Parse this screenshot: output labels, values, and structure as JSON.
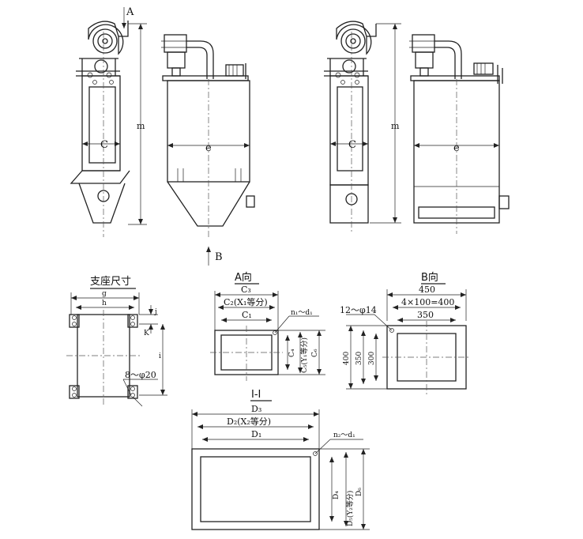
{
  "view_labels": {
    "a": "A",
    "b": "B",
    "i": "I"
  },
  "front_left": {
    "width_label": "C",
    "height_label": "m"
  },
  "side_left": {
    "width_label": "e"
  },
  "front_right": {
    "width_label": "C",
    "height_label": "m"
  },
  "side_right": {
    "width_label": "e"
  },
  "base_detail": {
    "title": "支座尺寸",
    "g": "g",
    "h": "h",
    "j": "j",
    "k": "K",
    "i": "i",
    "holes": "8～φ20"
  },
  "view_a": {
    "title": "A向",
    "c3": "C₃",
    "c2": "C₂(X₁等分)",
    "c1": "C₁",
    "holes": "n₁～d₁",
    "c4": "C₄",
    "c5": "C₅(Y₁等分)",
    "c6": "C₆"
  },
  "view_b": {
    "title": "B向",
    "d450": "450",
    "spacing": "4×100=400",
    "d350w": "350",
    "holes": "12～φ14",
    "d400": "400",
    "d350h": "350",
    "d300": "300"
  },
  "section_ii": {
    "title": "I-I",
    "d3": "D₃",
    "d2": "D₂(X₂等分)",
    "d1": "D₁",
    "holes": "n₂～d₁",
    "d4": "D₄",
    "d5": "D₅(Y₂等分)",
    "d6": "D₆"
  }
}
